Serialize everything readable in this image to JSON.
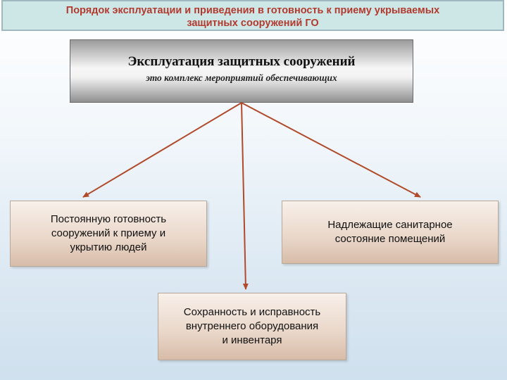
{
  "header": {
    "title_line1": "Порядок эксплуатации и приведения в готовность к приему укрываемых",
    "title_line2": "защитных сооружений ГО"
  },
  "top": {
    "title": "Эксплуатация защитных сооружений",
    "subtitle": "это комплекс мероприятий обеспечивающих"
  },
  "left": {
    "line1": "Постоянную готовность",
    "line2": "сооружений к приему и",
    "line3": "укрытию людей"
  },
  "right": {
    "line1": "Надлежащие санитарное",
    "line2": "состояние помещений"
  },
  "bottom": {
    "line1": "Сохранность и исправность",
    "line2": "внутреннего оборудования",
    "line3": "и инвентаря"
  },
  "colors": {
    "title_text": "#b23a2e",
    "arrow": "#b04a2a"
  }
}
